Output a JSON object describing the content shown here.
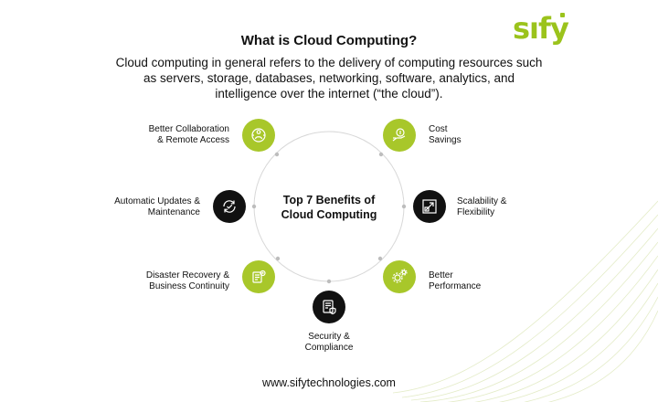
{
  "logo": {
    "text": "sıfy"
  },
  "heading": "What is Cloud Computing?",
  "description": "Cloud computing in general refers to the delivery of computing resources such as servers, storage, databases, networking, software, analytics, and intelligence over the internet (“the cloud”).",
  "center": {
    "line1": "Top 7 Benefits of",
    "line2": "Cloud Computing"
  },
  "benefits": [
    {
      "line1": "Better Collaboration",
      "line2": "& Remote Access",
      "icon": "collaboration-icon",
      "color": "#a8c72a"
    },
    {
      "line1": "Cost",
      "line2": "Savings",
      "icon": "cost-savings-icon",
      "color": "#a8c72a"
    },
    {
      "line1": "Automatic Updates &",
      "line2": "Maintenance",
      "icon": "update-icon",
      "color": "#111111"
    },
    {
      "line1": "Scalability &",
      "line2": "Flexibility",
      "icon": "scalability-icon",
      "color": "#111111"
    },
    {
      "line1": "Disaster Recovery &",
      "line2": "Business Continuity",
      "icon": "recovery-icon",
      "color": "#a8c72a"
    },
    {
      "line1": "Better",
      "line2": "Performance",
      "icon": "performance-icon",
      "color": "#a8c72a"
    },
    {
      "line1": "Security &",
      "line2": "Compliance",
      "icon": "security-icon",
      "color": "#111111"
    }
  ],
  "footer": "www.sifytechnologies.com"
}
